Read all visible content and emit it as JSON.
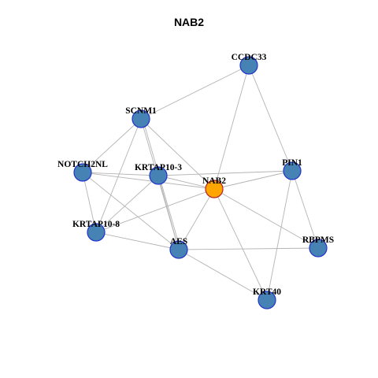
{
  "title": "NAB2",
  "colors": {
    "node_fill": "#4682B4",
    "node_border": "#2233CC",
    "center_fill": "#FFA500",
    "center_border": "#B22222",
    "edge": "#B4B4B4"
  },
  "nodes": [
    {
      "id": "CCDC33",
      "label": "CCDC33"
    },
    {
      "id": "SCNM1",
      "label": "SCNM1"
    },
    {
      "id": "NOTCH2NL",
      "label": "NOTCH2NL"
    },
    {
      "id": "KRTAP10-3",
      "label": "KRTAP10-3"
    },
    {
      "id": "NAB2",
      "label": "NAB2",
      "center": true
    },
    {
      "id": "PIN1",
      "label": "PIN1"
    },
    {
      "id": "KRTAP10-8",
      "label": "KRTAP10-8"
    },
    {
      "id": "AES",
      "label": "AES"
    },
    {
      "id": "RBPMS",
      "label": "RBPMS"
    },
    {
      "id": "KRT40",
      "label": "KRT40"
    }
  ],
  "edges": [
    [
      "CCDC33",
      "SCNM1"
    ],
    [
      "CCDC33",
      "NAB2"
    ],
    [
      "CCDC33",
      "PIN1"
    ],
    [
      "SCNM1",
      "NOTCH2NL"
    ],
    [
      "SCNM1",
      "KRTAP10-8"
    ],
    [
      "SCNM1",
      "NAB2"
    ],
    [
      "SCNM1",
      "AES"
    ],
    [
      "SCNM1",
      "AES"
    ],
    [
      "NOTCH2NL",
      "KRTAP10-3"
    ],
    [
      "NOTCH2NL",
      "NAB2"
    ],
    [
      "NOTCH2NL",
      "KRTAP10-8"
    ],
    [
      "NOTCH2NL",
      "AES"
    ],
    [
      "KRTAP10-3",
      "NAB2"
    ],
    [
      "KRTAP10-3",
      "PIN1"
    ],
    [
      "KRTAP10-3",
      "KRTAP10-8"
    ],
    [
      "KRTAP10-3",
      "AES"
    ],
    [
      "NAB2",
      "PIN1"
    ],
    [
      "NAB2",
      "KRTAP10-8"
    ],
    [
      "NAB2",
      "AES"
    ],
    [
      "NAB2",
      "RBPMS"
    ],
    [
      "NAB2",
      "KRT40"
    ],
    [
      "PIN1",
      "RBPMS"
    ],
    [
      "PIN1",
      "KRT40"
    ],
    [
      "KRTAP10-8",
      "AES"
    ],
    [
      "AES",
      "RBPMS"
    ],
    [
      "AES",
      "KRT40"
    ]
  ]
}
